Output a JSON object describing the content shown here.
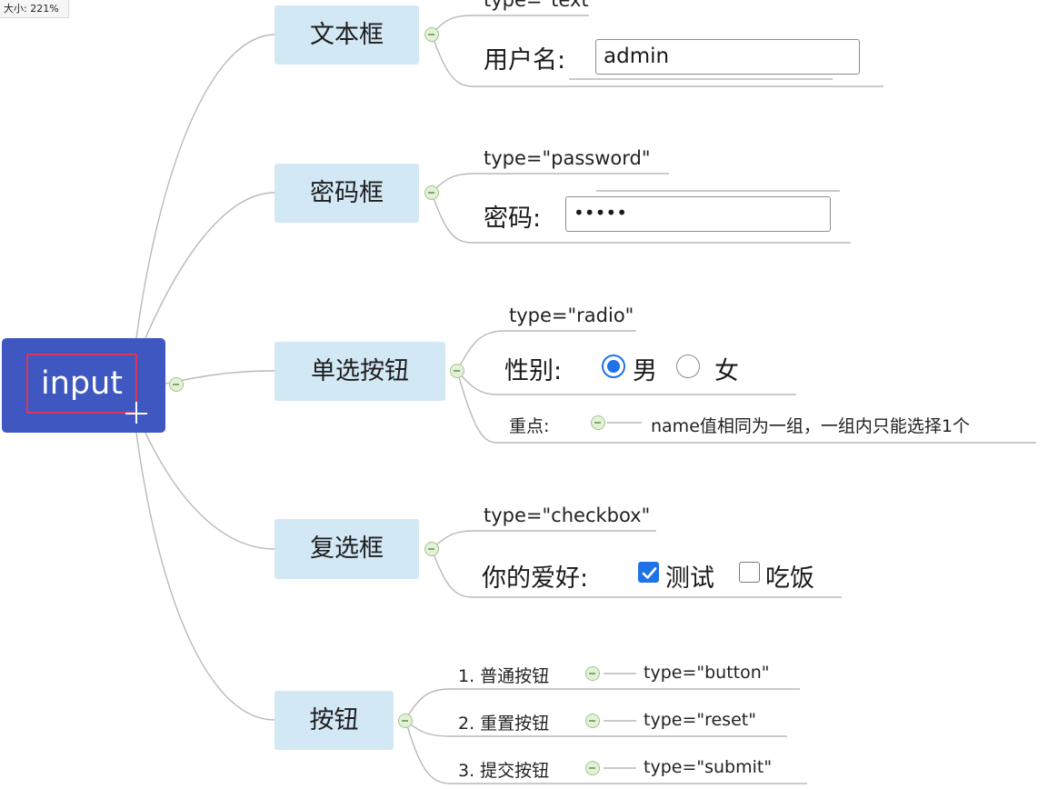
{
  "zoom_indicator": "大小: 221%",
  "root": {
    "label": "input"
  },
  "branches": {
    "text_field": {
      "topic": "文本框",
      "type_label": "type=\"text\"",
      "field_label": "用户名:",
      "field_value": "admin"
    },
    "password_field": {
      "topic": "密码框",
      "type_label": "type=\"password\"",
      "field_label": "密码:",
      "field_value": "•••••"
    },
    "radio_button": {
      "topic": "单选按钮",
      "type_label": "type=\"radio\"",
      "field_label": "性别:",
      "options": [
        {
          "label": "男",
          "checked": true
        },
        {
          "label": "女",
          "checked": false
        }
      ],
      "note_label": "重点:",
      "note_text": "name值相同为一组，一组内只能选择1个"
    },
    "checkbox": {
      "topic": "复选框",
      "type_label": "type=\"checkbox\"",
      "field_label": "你的爱好:",
      "options": [
        {
          "label": "测试",
          "checked": true
        },
        {
          "label": "吃饭",
          "checked": false
        }
      ]
    },
    "button": {
      "topic": "按钮",
      "items": [
        {
          "label": "1. 普通按钮",
          "type_label": "type=\"button\""
        },
        {
          "label": "2. 重置按钮",
          "type_label": "type=\"reset\""
        },
        {
          "label": "3. 提交按钮",
          "type_label": "type=\"submit\""
        }
      ]
    }
  },
  "colors": {
    "root_background": "#3f57c0",
    "root_selection_border": "#d9365a",
    "topic_background": "#d3e8f5",
    "connector_line": "#b5b5b5",
    "collapse_fill": "#e4f1d8",
    "collapse_border": "#9fc68c",
    "control_accent": "#1f72e8"
  }
}
